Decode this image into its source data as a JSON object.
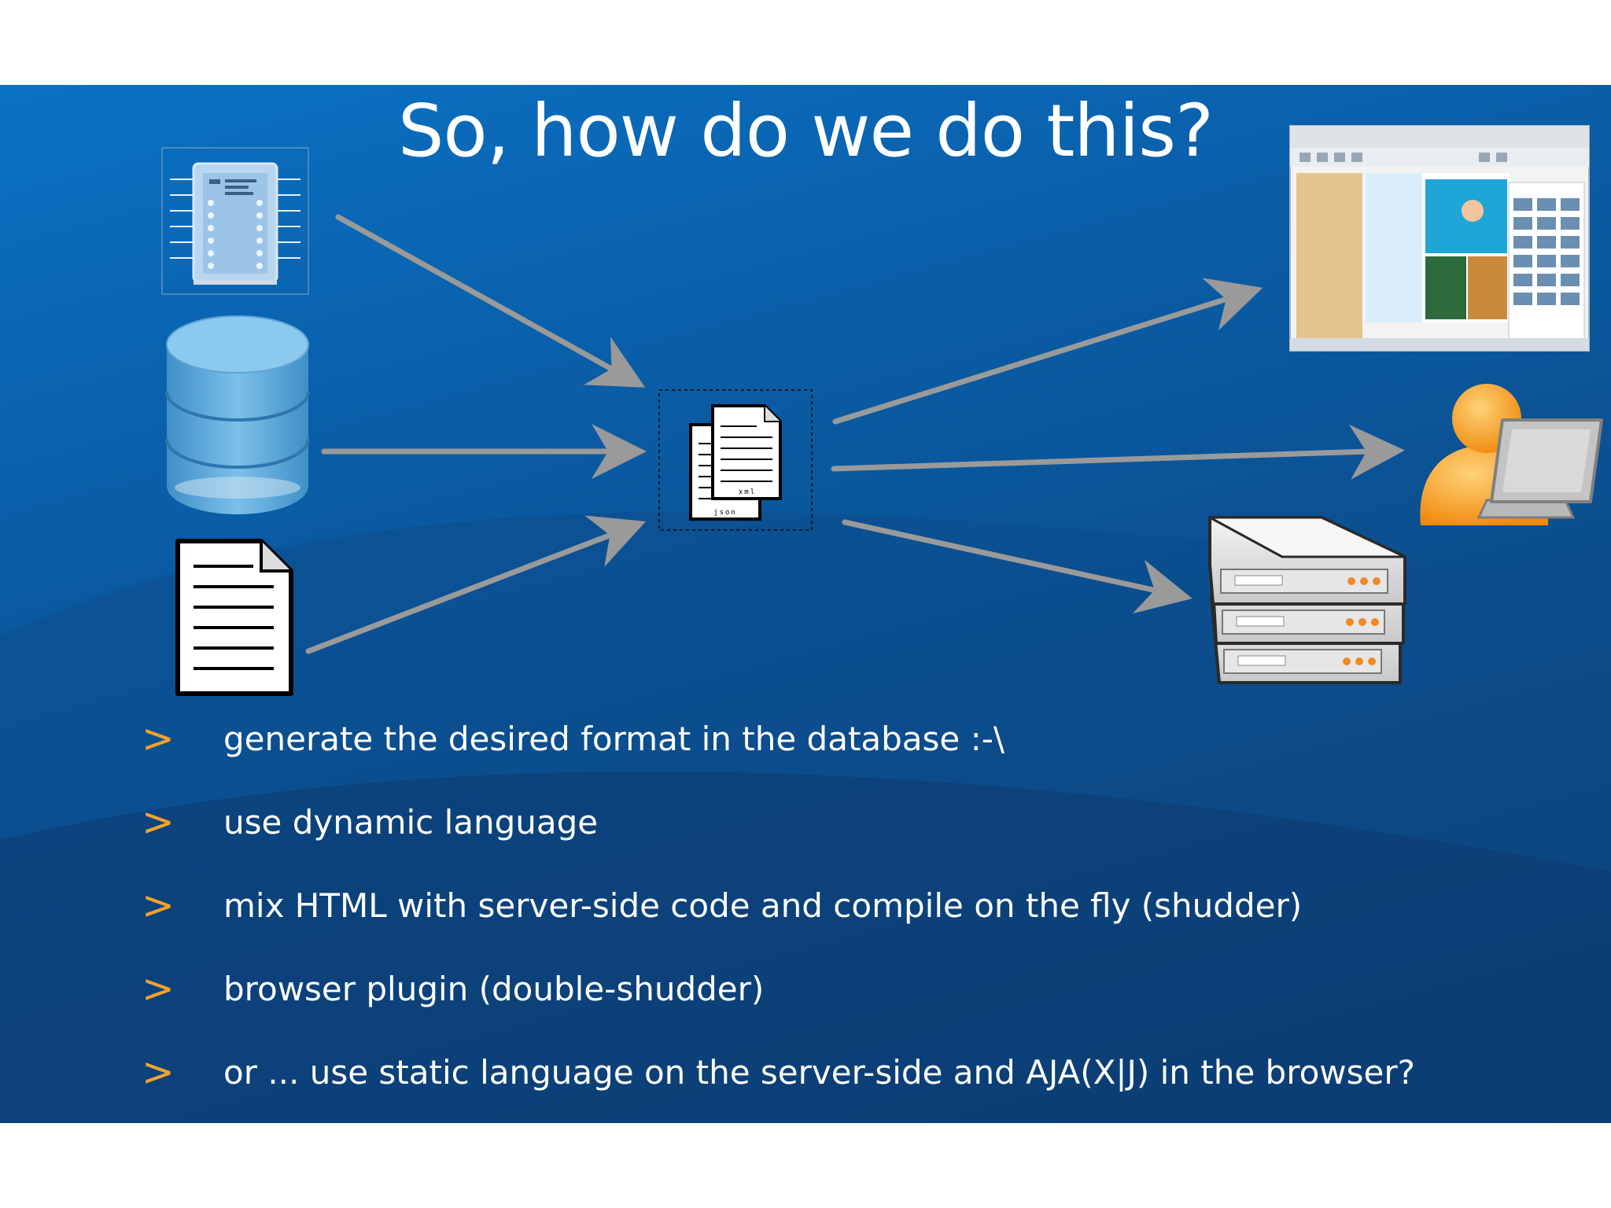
{
  "slide": {
    "title": "So, how do we do this?",
    "bullet_marker": ">",
    "bullets": [
      "generate the desired format in the database :-\\",
      "use dynamic language",
      "mix HTML with server-side code and compile on the fly (shudder)",
      "browser plugin (double-shudder)",
      "or ... use static language on the server-side and AJA(X|J) in the browser?"
    ]
  },
  "diagram": {
    "center_labels": {
      "front": "json",
      "back": "xml"
    },
    "sources": [
      {
        "icon": "network-device-icon"
      },
      {
        "icon": "database-icon"
      },
      {
        "icon": "document-icon"
      }
    ],
    "targets": [
      {
        "icon": "application-window-icon"
      },
      {
        "icon": "user-laptop-icon"
      },
      {
        "icon": "server-rack-icon"
      }
    ]
  },
  "colors": {
    "background_top": "#0a72c4",
    "background_bottom": "#0e3462",
    "title": "#ffffff",
    "bullet_marker": "#f3a329",
    "arrow": "#9a9a9a"
  }
}
